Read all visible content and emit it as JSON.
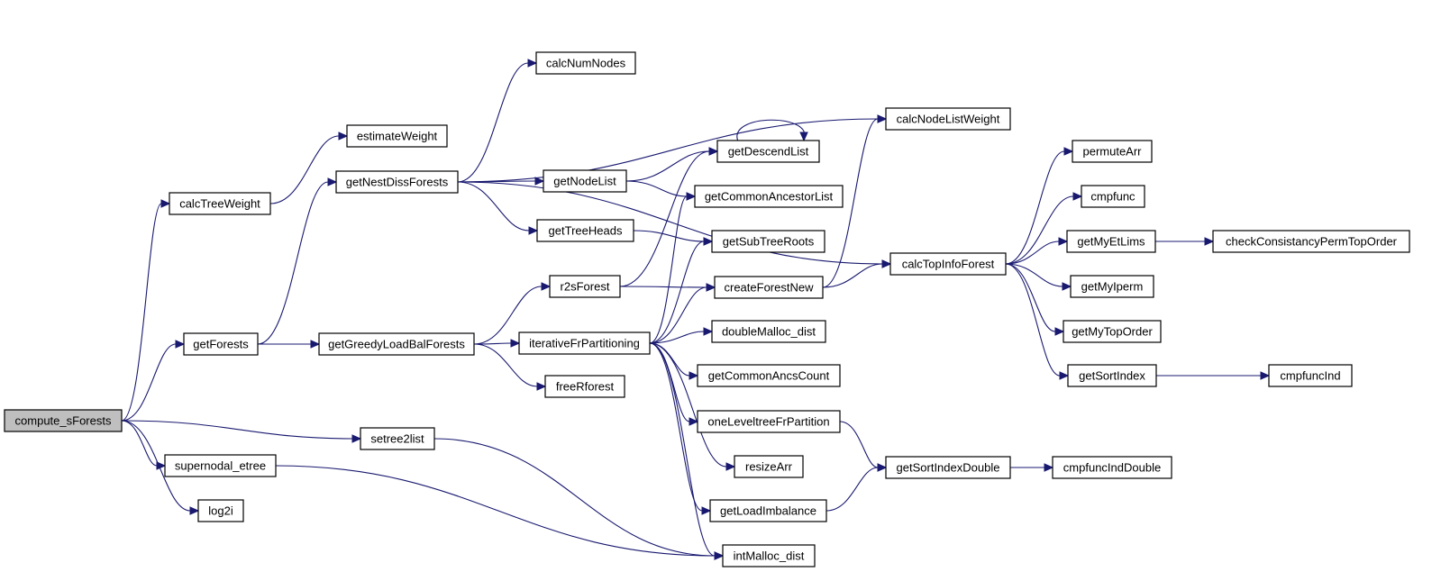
{
  "graph": {
    "nodes": [
      {
        "id": "compute_sForests",
        "label": "compute_sForests",
        "root": true
      },
      {
        "id": "calcTreeWeight",
        "label": "calcTreeWeight"
      },
      {
        "id": "getForests",
        "label": "getForests"
      },
      {
        "id": "setree2list",
        "label": "setree2list"
      },
      {
        "id": "supernodal_etree",
        "label": "supernodal_etree"
      },
      {
        "id": "log2i",
        "label": "log2i"
      },
      {
        "id": "estimateWeight",
        "label": "estimateWeight"
      },
      {
        "id": "getNestDissForests",
        "label": "getNestDissForests"
      },
      {
        "id": "getGreedyLoadBalForests",
        "label": "getGreedyLoadBalForests"
      },
      {
        "id": "calcNumNodes",
        "label": "calcNumNodes"
      },
      {
        "id": "getNodeList",
        "label": "getNodeList"
      },
      {
        "id": "getTreeHeads",
        "label": "getTreeHeads"
      },
      {
        "id": "r2sForest",
        "label": "r2sForest"
      },
      {
        "id": "iterativeFrPartitioning",
        "label": "iterativeFrPartitioning"
      },
      {
        "id": "freeRforest",
        "label": "freeRforest"
      },
      {
        "id": "getDescendList",
        "label": "getDescendList"
      },
      {
        "id": "getCommonAncestorList",
        "label": "getCommonAncestorList"
      },
      {
        "id": "getSubTreeRoots",
        "label": "getSubTreeRoots"
      },
      {
        "id": "createForestNew",
        "label": "createForestNew"
      },
      {
        "id": "doubleMalloc_dist",
        "label": "doubleMalloc_dist"
      },
      {
        "id": "getCommonAncsCount",
        "label": "getCommonAncsCount"
      },
      {
        "id": "oneLeveltreeFrPartition",
        "label": "oneLeveltreeFrPartition"
      },
      {
        "id": "resizeArr",
        "label": "resizeArr"
      },
      {
        "id": "getLoadImbalance",
        "label": "getLoadImbalance"
      },
      {
        "id": "intMalloc_dist",
        "label": "intMalloc_dist"
      },
      {
        "id": "calcNodeListWeight",
        "label": "calcNodeListWeight"
      },
      {
        "id": "calcTopInfoForest",
        "label": "calcTopInfoForest"
      },
      {
        "id": "getSortIndexDouble",
        "label": "getSortIndexDouble"
      },
      {
        "id": "permuteArr",
        "label": "permuteArr"
      },
      {
        "id": "cmpfunc",
        "label": "cmpfunc"
      },
      {
        "id": "getMyEtLims",
        "label": "getMyEtLims"
      },
      {
        "id": "getMyIperm",
        "label": "getMyIperm"
      },
      {
        "id": "getMyTopOrder",
        "label": "getMyTopOrder"
      },
      {
        "id": "getSortIndex",
        "label": "getSortIndex"
      },
      {
        "id": "checkConsistancyPermTopOrder",
        "label": "checkConsistancyPermTopOrder"
      },
      {
        "id": "cmpfuncInd",
        "label": "cmpfuncInd"
      },
      {
        "id": "cmpfuncIndDouble",
        "label": "cmpfuncIndDouble"
      }
    ],
    "edges": [
      {
        "from": "compute_sForests",
        "to": "calcTreeWeight"
      },
      {
        "from": "compute_sForests",
        "to": "getForests"
      },
      {
        "from": "compute_sForests",
        "to": "setree2list"
      },
      {
        "from": "compute_sForests",
        "to": "supernodal_etree"
      },
      {
        "from": "compute_sForests",
        "to": "log2i"
      },
      {
        "from": "calcTreeWeight",
        "to": "estimateWeight"
      },
      {
        "from": "getForests",
        "to": "getNestDissForests"
      },
      {
        "from": "getForests",
        "to": "getGreedyLoadBalForests"
      },
      {
        "from": "setree2list",
        "to": "intMalloc_dist"
      },
      {
        "from": "supernodal_etree",
        "to": "intMalloc_dist"
      },
      {
        "from": "getNestDissForests",
        "to": "calcNumNodes"
      },
      {
        "from": "getNestDissForests",
        "to": "calcNodeListWeight"
      },
      {
        "from": "getNestDissForests",
        "to": "calcTopInfoForest"
      },
      {
        "from": "getNestDissForests",
        "to": "getNodeList"
      },
      {
        "from": "getNestDissForests",
        "to": "getTreeHeads"
      },
      {
        "from": "getGreedyLoadBalForests",
        "to": "r2sForest"
      },
      {
        "from": "getGreedyLoadBalForests",
        "to": "iterativeFrPartitioning"
      },
      {
        "from": "getGreedyLoadBalForests",
        "to": "freeRforest"
      },
      {
        "from": "getNodeList",
        "to": "getDescendList"
      },
      {
        "from": "getNodeList",
        "to": "getCommonAncestorList"
      },
      {
        "from": "getTreeHeads",
        "to": "getSubTreeRoots"
      },
      {
        "from": "getDescendList",
        "to": "getDescendList"
      },
      {
        "from": "r2sForest",
        "to": "getDescendList"
      },
      {
        "from": "r2sForest",
        "to": "createForestNew"
      },
      {
        "from": "iterativeFrPartitioning",
        "to": "getCommonAncestorList"
      },
      {
        "from": "iterativeFrPartitioning",
        "to": "getSubTreeRoots"
      },
      {
        "from": "iterativeFrPartitioning",
        "to": "createForestNew"
      },
      {
        "from": "iterativeFrPartitioning",
        "to": "doubleMalloc_dist"
      },
      {
        "from": "iterativeFrPartitioning",
        "to": "getCommonAncsCount"
      },
      {
        "from": "iterativeFrPartitioning",
        "to": "oneLeveltreeFrPartition"
      },
      {
        "from": "iterativeFrPartitioning",
        "to": "resizeArr"
      },
      {
        "from": "iterativeFrPartitioning",
        "to": "getLoadImbalance"
      },
      {
        "from": "iterativeFrPartitioning",
        "to": "intMalloc_dist"
      },
      {
        "from": "createForestNew",
        "to": "calcNodeListWeight"
      },
      {
        "from": "createForestNew",
        "to": "calcTopInfoForest"
      },
      {
        "from": "oneLeveltreeFrPartition",
        "to": "getSortIndexDouble"
      },
      {
        "from": "getLoadImbalance",
        "to": "getSortIndexDouble"
      },
      {
        "from": "getSortIndexDouble",
        "to": "cmpfuncIndDouble"
      },
      {
        "from": "calcTopInfoForest",
        "to": "permuteArr"
      },
      {
        "from": "calcTopInfoForest",
        "to": "cmpfunc"
      },
      {
        "from": "calcTopInfoForest",
        "to": "getMyEtLims"
      },
      {
        "from": "calcTopInfoForest",
        "to": "getMyIperm"
      },
      {
        "from": "calcTopInfoForest",
        "to": "getMyTopOrder"
      },
      {
        "from": "calcTopInfoForest",
        "to": "getSortIndex"
      },
      {
        "from": "getMyEtLims",
        "to": "checkConsistancyPermTopOrder"
      },
      {
        "from": "getSortIndex",
        "to": "cmpfuncInd"
      }
    ]
  },
  "colors": {
    "edge": "#191970",
    "root_fill": "#bfbfbf",
    "node_fill": "#ffffff",
    "node_stroke": "#000000"
  }
}
